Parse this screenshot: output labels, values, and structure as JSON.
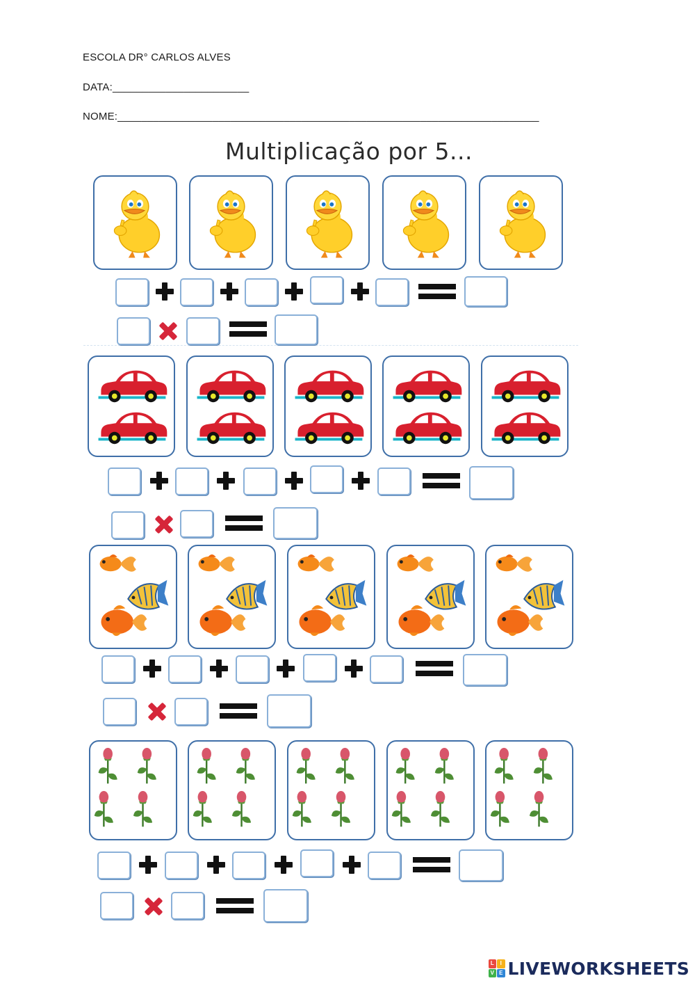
{
  "header": {
    "school": "ESCOLA DR° CARLOS ALVES",
    "date_line": "DATA:_______________________",
    "name_line": "NOME:_______________________________________________________________________"
  },
  "title": "Multiplicação  por 5...",
  "sections": [
    {
      "object": "duck",
      "items_per_card": 1,
      "cards": 5
    },
    {
      "object": "car",
      "items_per_card": 2,
      "cards": 5
    },
    {
      "object": "fish",
      "items_per_card": 3,
      "cards": 5
    },
    {
      "object": "rose",
      "items_per_card": 4,
      "cards": 5
    }
  ],
  "icons": {
    "plus": "plus-icon",
    "equals": "equals-icon",
    "times": "times-icon"
  },
  "colors": {
    "card_border": "#3f6fa8",
    "answer_box_border": "#8ab0d8",
    "times_sign": "#d6263a"
  },
  "brand": {
    "text": "LIVEWORKSHEETS",
    "logo_letters": [
      "L",
      "I",
      "V",
      "E"
    ]
  }
}
